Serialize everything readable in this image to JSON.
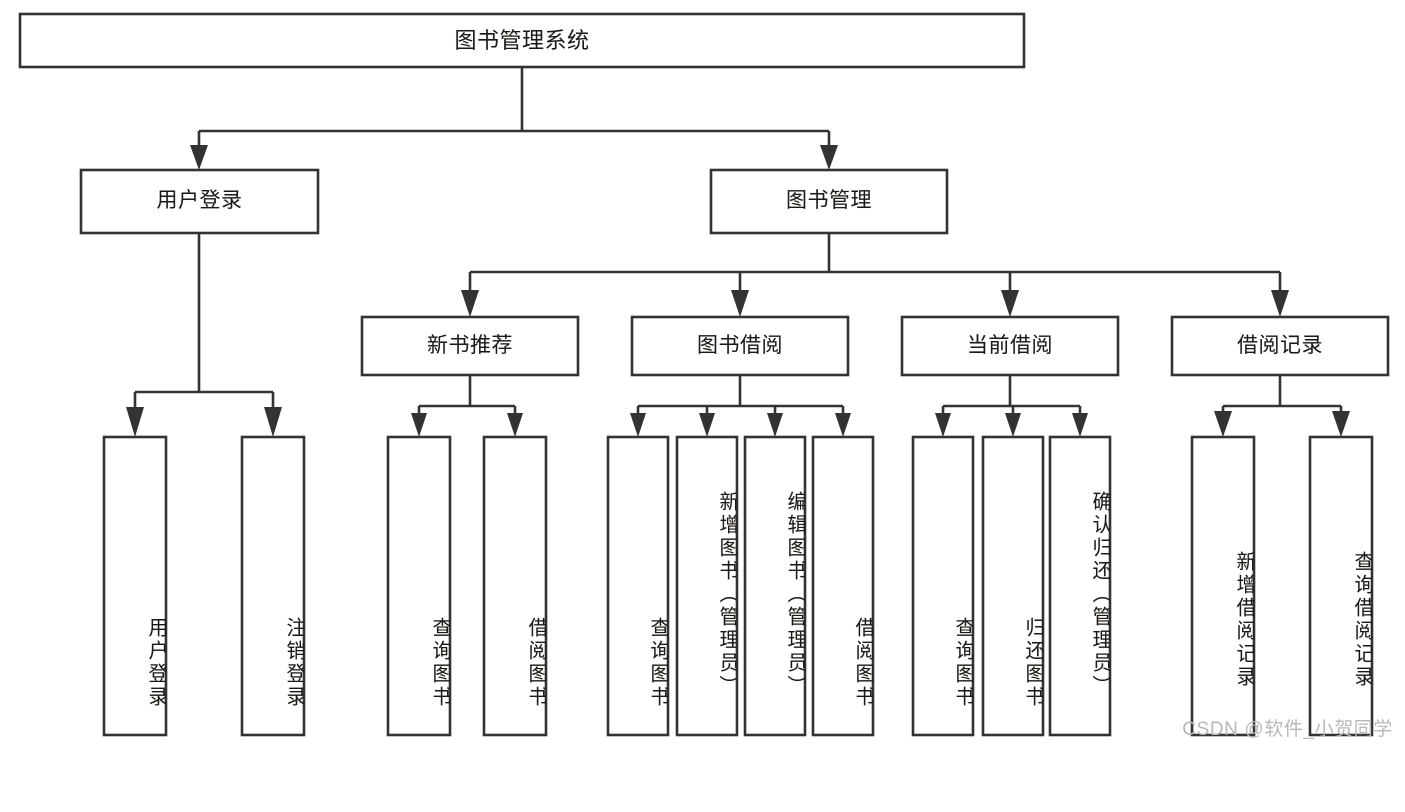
{
  "diagram": {
    "title": "图书管理系统",
    "type": "tree-hierarchy-diagram",
    "colors": {
      "box_stroke": "#333333",
      "box_fill": "#ffffff",
      "text": "#1a1a1a",
      "background": "#ffffff",
      "watermark": "#b8b8b8"
    },
    "root": {
      "label": "图书管理系统"
    },
    "level2": [
      {
        "label": "用户登录"
      },
      {
        "label": "图书管理"
      }
    ],
    "level3": [
      {
        "label": "新书推荐"
      },
      {
        "label": "图书借阅"
      },
      {
        "label": "当前借阅"
      },
      {
        "label": "借阅记录"
      }
    ],
    "leaves": {
      "user_login": [
        {
          "label": "用户登录"
        },
        {
          "label": "注销登录"
        }
      ],
      "new_book_recommend": [
        {
          "label": "查询图书"
        },
        {
          "label": "借阅图书"
        }
      ],
      "book_borrow": [
        {
          "label": "查询图书"
        },
        {
          "label": "新增图书（管理员）"
        },
        {
          "label": "编辑图书（管理员）"
        },
        {
          "label": "借阅图书"
        }
      ],
      "current_borrow": [
        {
          "label": "查询图书"
        },
        {
          "label": "归还图书"
        },
        {
          "label": "确认归还（管理员）"
        }
      ],
      "borrow_record": [
        {
          "label": "新增借阅记录"
        },
        {
          "label": "查询借阅记录"
        }
      ]
    },
    "watermark": "CSDN @软件_小贺同学"
  }
}
